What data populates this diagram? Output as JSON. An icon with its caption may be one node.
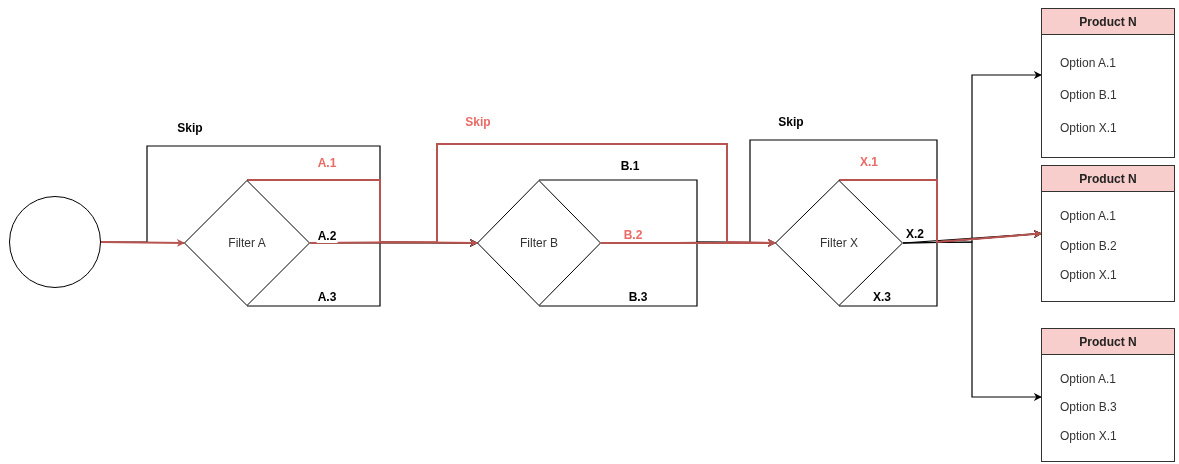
{
  "diagram": {
    "nodes": [
      {
        "text": [],
        "shape": "circle"
      },
      {
        "text": [
          "Filter A"
        ]
      },
      {
        "text": [
          "Filter B"
        ]
      },
      {
        "text": [
          "Filter X"
        ]
      },
      {
        "text": [
          "Product N",
          "Option A.1",
          "Option B.1",
          "Option X.1"
        ]
      },
      {
        "text": [
          "Product N",
          "Option A.1",
          "Option B.2",
          "Option X.1"
        ]
      },
      {
        "text": [
          "Product N",
          "Option A.1",
          "Option B.3",
          "Option X.1"
        ]
      }
    ],
    "edges": [
      {
        "from": 0,
        "to": 1,
        "arrow": "to",
        "color": "#b85450"
      },
      {
        "from": 0,
        "to": 2,
        "arrow": "to",
        "label": "Skip"
      },
      {
        "from": 1,
        "to": 2,
        "arrow": "to",
        "label": "A.1",
        "color": "#b85450"
      },
      {
        "from": 1,
        "to": 2,
        "arrow": "to",
        "label": "A.2"
      },
      {
        "from": 1,
        "to": 2,
        "arrow": "to",
        "label": "A.3"
      },
      {
        "from": 1,
        "to": 3,
        "arrow": "to",
        "label": "Skip",
        "color": "#b85450"
      },
      {
        "from": 2,
        "to": 3,
        "arrow": "to",
        "label": "B.1"
      },
      {
        "from": 2,
        "to": 3,
        "arrow": "to",
        "label": "B.2",
        "color": "#b85450"
      },
      {
        "from": 2,
        "to": 3,
        "arrow": "to",
        "label": "B.3"
      },
      {
        "from": 2,
        "to": 5,
        "arrow": "to",
        "label": "Skip"
      },
      {
        "from": 3,
        "to": 5,
        "arrow": "to",
        "label": "X.1",
        "color": "#b85450"
      },
      {
        "from": 3,
        "to": 5,
        "arrow": "to",
        "label": "X.2"
      },
      {
        "from": 3,
        "to": 5,
        "arrow": "to",
        "label": "X.3"
      },
      {
        "from": 3,
        "to": 4,
        "arrow": "to"
      },
      {
        "from": 3,
        "to": 6,
        "arrow": "to"
      }
    ]
  }
}
